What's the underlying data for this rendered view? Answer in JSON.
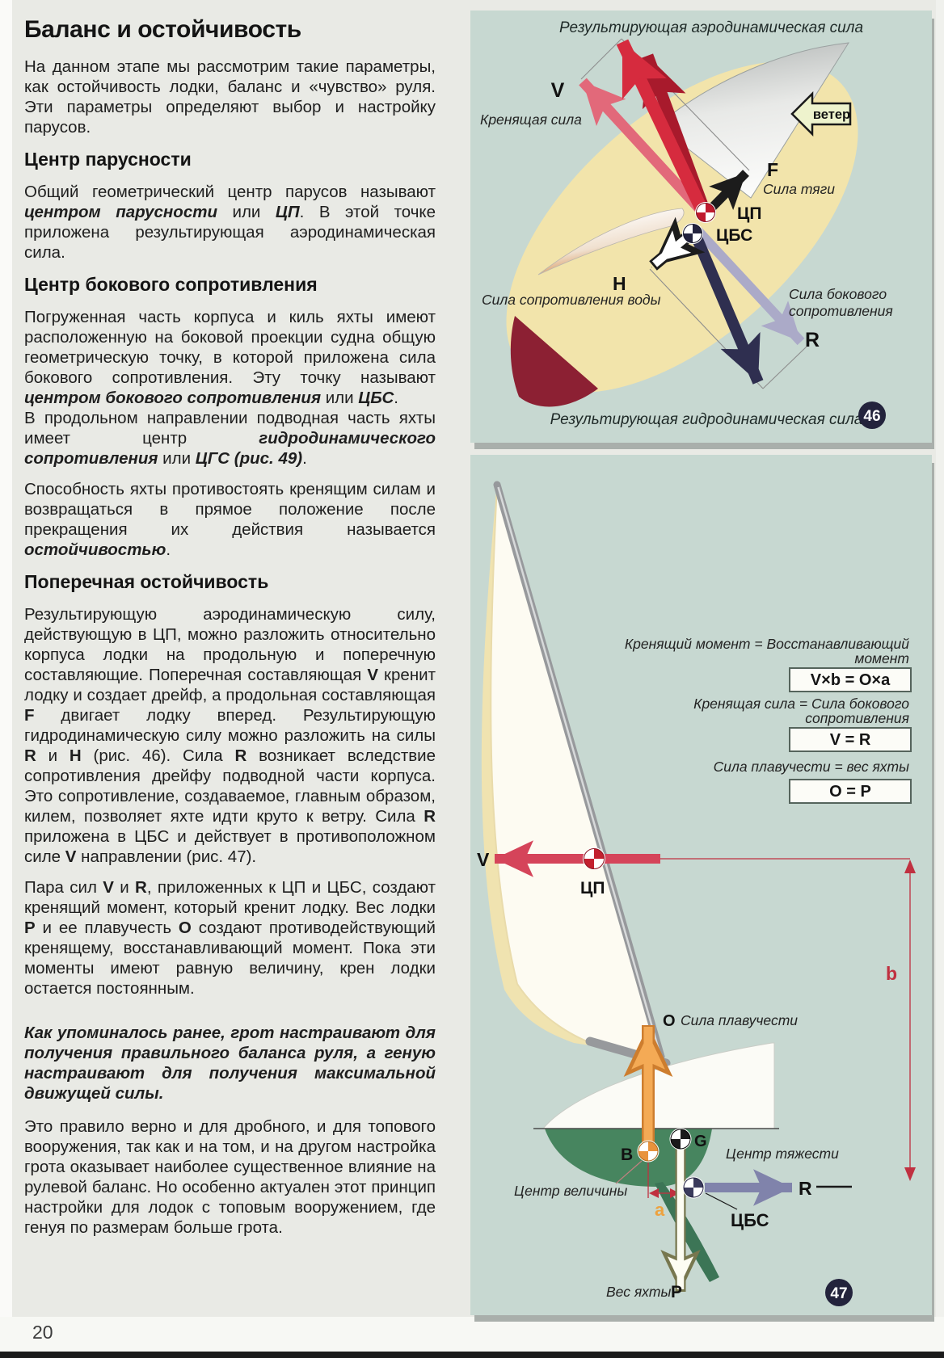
{
  "page": {
    "number": "20"
  },
  "article": {
    "title": "Баланс и остойчивость",
    "blocks": [
      {
        "type": "p",
        "text": "На данном этапе мы рассмотрим такие параметры, как остойчивость лодки, баланс и «чувство» руля. Эти параметры определяют выбор и настройку парусов."
      },
      {
        "type": "h2",
        "text": "Центр парусности"
      },
      {
        "type": "p",
        "text": "Общий геометрический центр парусов называют ***центром парусности*** или ***ЦП***. В этой точке приложена результирующая аэродинамическая сила."
      },
      {
        "type": "h2",
        "text": "Центр бокового сопротивления"
      },
      {
        "type": "tight",
        "text": "Погруженная часть корпуса и киль яхты имеют расположенную на боковой проекции судна общую геометрическую точку, в которой приложена сила бокового сопротивления. Эту точку называют ***центром бокового сопротивления*** или ***ЦБС***."
      },
      {
        "type": "p",
        "text": "В продольном направлении подводная часть яхты имеет центр ***гидродинамического сопротивления*** или ***ЦГС (рис. 49)***."
      },
      {
        "type": "p",
        "text": "Способность яхты противостоять кренящим силам и возвращаться в прямое положение после прекращения их действия называется ***остойчивостью***."
      },
      {
        "type": "h2",
        "text": "Поперечная остойчивость"
      },
      {
        "type": "p",
        "text": "Результирующую аэродинамическую силу, действующую в ЦП, можно разложить относительно корпуса лодки на продольную и поперечную составляющие. Поперечная составляющая **V** кренит лодку и создает дрейф, а продольная составляющая **F** двигает лодку вперед. Результирующую гидродинамическую силу можно разложить на силы **R** и **H** (рис. 46). Сила **R** возникает вследствие сопротивления дрейфу подводной части корпуса. Это сопротивление, создаваемое, главным образом, килем, позволяет яхте идти круто к ветру. Сила **R** приложена в ЦБС и действует в противоположном силе **V** направлении (рис. 47)."
      },
      {
        "type": "p",
        "text": "Пара сил **V** и **R**, приложенных к ЦП и ЦБС, создают кренящий момент, который кренит лодку. Вес лодки **P** и ее плавучесть **O** создают противодействующий кренящему, восстанавливающий момент. Пока эти моменты имеют равную величину, крен лодки остается постоянным."
      },
      {
        "type": "lead",
        "text": "Как упоминалось ранее, грот настраивают для получения правильного баланса руля, а геную настраивают для получения максимальной движущей силы."
      },
      {
        "type": "p",
        "text": "Это правило верно и для дробного, и для топового вооружения, так как и на том, и на другом настройка грота оказывает наиболее существенное влияние на рулевой баланс. Но особенно актуален этот принцип настройки для лодок с топовым вооружением, где генуя по размерам больше грота."
      }
    ]
  },
  "fig46": {
    "number": "46",
    "title": "Результирующая аэродинамическая сила",
    "caption": "Результирующая гидродинамическая сила",
    "wind": "ветер",
    "labels": {
      "v": "V",
      "v_desc": "Кренящая сила",
      "f": "F",
      "f_desc": "Сила тяги",
      "cp": "ЦП",
      "cbs": "ЦБС",
      "h": "H",
      "h_desc": "Сила сопротивления воды",
      "r": "R",
      "r_desc1": "Сила бокового",
      "r_desc2": "сопротивления"
    }
  },
  "fig47": {
    "number": "47",
    "eq1_label1": "Кренящий момент = Восстанавливающий",
    "eq1_label2": "момент",
    "eq1": "V×b = O×a",
    "eq2_label1": "Кренящая сила = Сила бокового",
    "eq2_label2": "сопротивления",
    "eq2": "V = R",
    "eq3_label": "Сила плавучести = вес яхты",
    "eq3": "O = P",
    "labels": {
      "v": "V",
      "cp": "ЦП",
      "b_dim": "b",
      "a_dim": "a",
      "o": "O",
      "o_desc": "Сила плавучести",
      "b_pt": "B",
      "g_pt": "G",
      "gravity": "Центр тяжести",
      "buoyancy": "Центр величины",
      "cbs": "ЦБС",
      "r": "R",
      "weight_desc": "Вес яхты",
      "p": "P"
    }
  },
  "colors": {
    "panel_bg": "#c7d8d1",
    "accent_red": "#d62b3e",
    "deep_red": "#a81a2c",
    "pink": "#e2697a",
    "navy": "#2f2f50",
    "lavender": "#abaac8",
    "orange": "#f0a14b",
    "green_hull": "#47855f",
    "badge": "#23233c",
    "sail_yellow": "#f2e4ab",
    "bow_red": "#8c2033"
  }
}
